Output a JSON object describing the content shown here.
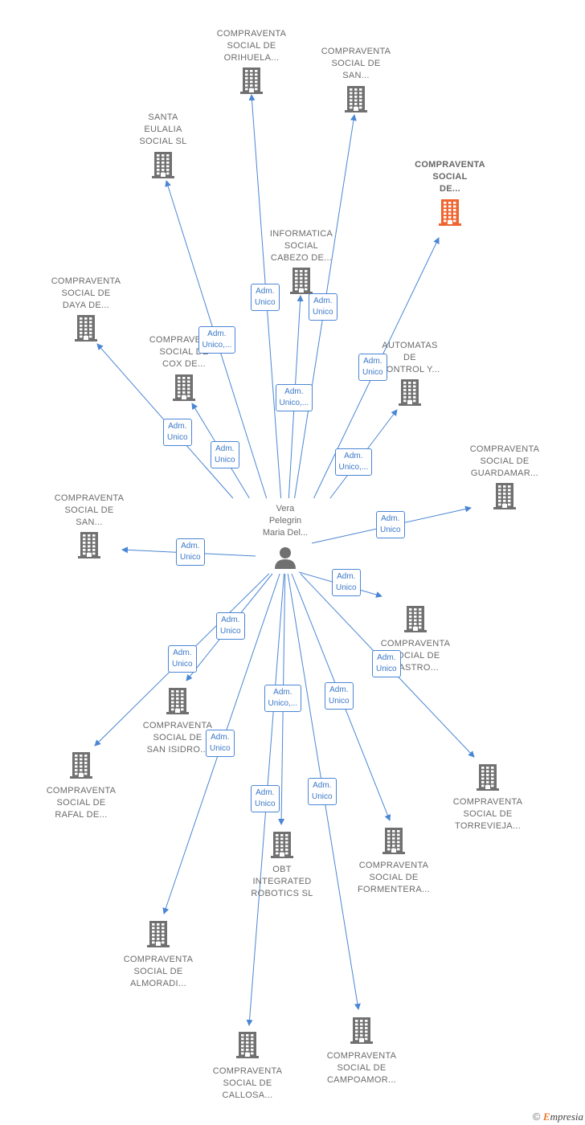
{
  "colors": {
    "edge": "#4a86d4",
    "building": "#707070",
    "highlight": "#f0652f",
    "text": "#6b6b6b"
  },
  "center": {
    "label_lines": [
      "Vera",
      "Pelegrin",
      "Maria Del..."
    ],
    "icon": "person-icon"
  },
  "nodes": [
    {
      "id": "orihuela",
      "label_lines": [
        "COMPRAVENTA",
        "SOCIAL DE",
        "ORIHUELA..."
      ],
      "icon": "building-icon"
    },
    {
      "id": "san1",
      "label_lines": [
        "COMPRAVENTA",
        "SOCIAL DE",
        "SAN..."
      ],
      "icon": "building-icon"
    },
    {
      "id": "santa",
      "label_lines": [
        "SANTA",
        "EULALIA",
        "SOCIAL  SL"
      ],
      "icon": "building-icon"
    },
    {
      "id": "de",
      "label_lines": [
        "COMPRAVENTA",
        "SOCIAL",
        "DE..."
      ],
      "icon": "building-icon",
      "highlight": true
    },
    {
      "id": "informatica",
      "label_lines": [
        "INFORMATICA",
        "SOCIAL",
        "CABEZO DE..."
      ],
      "icon": "building-icon"
    },
    {
      "id": "daya",
      "label_lines": [
        "COMPRAVENTA",
        "SOCIAL DE",
        "DAYA DE..."
      ],
      "icon": "building-icon"
    },
    {
      "id": "cox",
      "label_lines": [
        "COMPRAVENTA",
        "SOCIAL DE",
        "COX DE..."
      ],
      "icon": "building-icon"
    },
    {
      "id": "automatas",
      "label_lines": [
        "AUTOMATAS",
        "DE",
        "CONTROL Y..."
      ],
      "icon": "building-icon"
    },
    {
      "id": "guardamar",
      "label_lines": [
        "COMPRAVENTA",
        "SOCIAL DE",
        "GUARDAMAR..."
      ],
      "icon": "building-icon"
    },
    {
      "id": "san2",
      "label_lines": [
        "COMPRAVENTA",
        "SOCIAL DE",
        "SAN..."
      ],
      "icon": "building-icon"
    },
    {
      "id": "castro",
      "label_lines": [
        "COMPRAVENTA",
        "SOCIAL DE",
        "CASTRO..."
      ],
      "icon": "building-icon"
    },
    {
      "id": "isidro",
      "label_lines": [
        "COMPRAVENTA",
        "SOCIAL DE",
        "SAN ISIDRO..."
      ],
      "icon": "building-icon"
    },
    {
      "id": "rafal",
      "label_lines": [
        "COMPRAVENTA",
        "SOCIAL DE",
        "RAFAL DE..."
      ],
      "icon": "building-icon"
    },
    {
      "id": "torrevieja",
      "label_lines": [
        "COMPRAVENTA",
        "SOCIAL DE",
        "TORREVIEJA..."
      ],
      "icon": "building-icon"
    },
    {
      "id": "obt",
      "label_lines": [
        "OBT",
        "INTEGRATED",
        "ROBOTICS  SL"
      ],
      "icon": "building-icon"
    },
    {
      "id": "formentera",
      "label_lines": [
        "COMPRAVENTA",
        "SOCIAL DE",
        "FORMENTERA..."
      ],
      "icon": "building-icon"
    },
    {
      "id": "almoradi",
      "label_lines": [
        "COMPRAVENTA",
        "SOCIAL DE",
        "ALMORADI..."
      ],
      "icon": "building-icon"
    },
    {
      "id": "callosa",
      "label_lines": [
        "COMPRAVENTA",
        "SOCIAL DE",
        "CALLOSA..."
      ],
      "icon": "building-icon"
    },
    {
      "id": "campoamor",
      "label_lines": [
        "COMPRAVENTA",
        "SOCIAL DE",
        "CAMPOAMOR..."
      ],
      "icon": "building-icon"
    }
  ],
  "edges": [
    {
      "to": "orihuela",
      "label_lines": [
        "Adm.",
        "Unico"
      ]
    },
    {
      "to": "san1",
      "label_lines": [
        "Adm.",
        "Unico"
      ]
    },
    {
      "to": "santa",
      "label_lines": [
        "Adm.",
        "Unico,..."
      ]
    },
    {
      "to": "de",
      "label_lines": [
        "Adm.",
        "Unico"
      ]
    },
    {
      "to": "informatica",
      "label_lines": [
        "Adm.",
        "Unico,..."
      ]
    },
    {
      "to": "daya",
      "label_lines": [
        "Adm.",
        "Unico"
      ]
    },
    {
      "to": "cox",
      "label_lines": [
        "Adm.",
        "Unico"
      ]
    },
    {
      "to": "automatas",
      "label_lines": [
        "Adm.",
        "Unico,..."
      ]
    },
    {
      "to": "guardamar",
      "label_lines": [
        "Adm.",
        "Unico"
      ]
    },
    {
      "to": "san2",
      "label_lines": [
        "Adm.",
        "Unico"
      ]
    },
    {
      "to": "castro",
      "label_lines": [
        "Adm.",
        "Unico"
      ]
    },
    {
      "to": "isidro",
      "label_lines": [
        "Adm.",
        "Unico"
      ]
    },
    {
      "to": "rafal",
      "label_lines": [
        "Adm.",
        "Unico"
      ]
    },
    {
      "to": "torrevieja",
      "label_lines": [
        "Adm.",
        "Unico"
      ]
    },
    {
      "to": "obt",
      "label_lines": [
        "Adm.",
        "Unico,..."
      ]
    },
    {
      "to": "formentera",
      "label_lines": [
        "Adm.",
        "Unico"
      ]
    },
    {
      "to": "almoradi",
      "label_lines": [
        "Adm.",
        "Unico"
      ]
    },
    {
      "to": "callosa",
      "label_lines": [
        "Adm.",
        "Unico"
      ]
    },
    {
      "to": "campoamor",
      "label_lines": [
        "Adm.",
        "Unico"
      ]
    }
  ],
  "footer": {
    "copyright": "©",
    "brand_initial": "E",
    "brand_rest": "mpresia"
  }
}
